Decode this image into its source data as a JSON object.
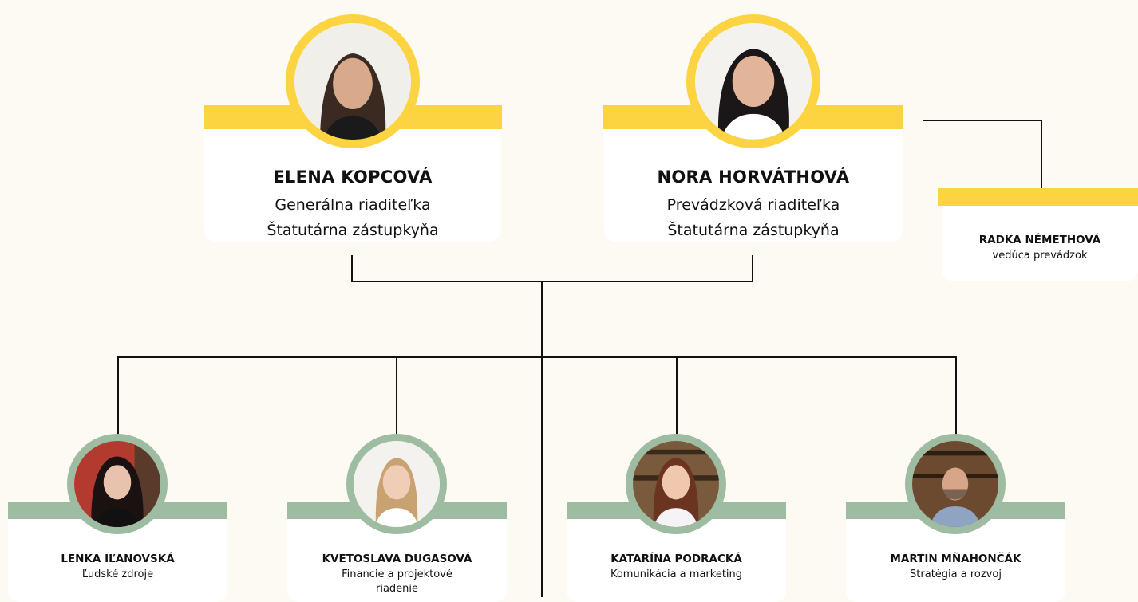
{
  "top": [
    {
      "name": "ELENA KOPCOVÁ",
      "role1": "Generálna riaditeľka",
      "role2": "Štatutárna zástupkyňa"
    },
    {
      "name": "NORA HORVÁTHOVÁ",
      "role1": "Prevádzková riaditeľka",
      "role2": "Štatutárna zástupkyňa"
    }
  ],
  "side": {
    "name": "RADKA NÉMETHOVÁ",
    "role": "vedúca prevádzok"
  },
  "bottom": [
    {
      "name": "LENKA IĽANOVSKÁ",
      "role": "Ľudské zdroje"
    },
    {
      "name": "KVETOSLAVA DUGASOVÁ",
      "role": "Financie a projektové riadenie"
    },
    {
      "name": "KATARÍNA PODRACKÁ",
      "role": "Komunikácia a marketing"
    },
    {
      "name": "MARTIN MŇAHONČÁK",
      "role": "Stratégia a rozvoj"
    }
  ],
  "colors": {
    "yellow": "#fcd441",
    "green": "#9ebca2",
    "background": "#fcfaf2",
    "line": "#111111"
  }
}
